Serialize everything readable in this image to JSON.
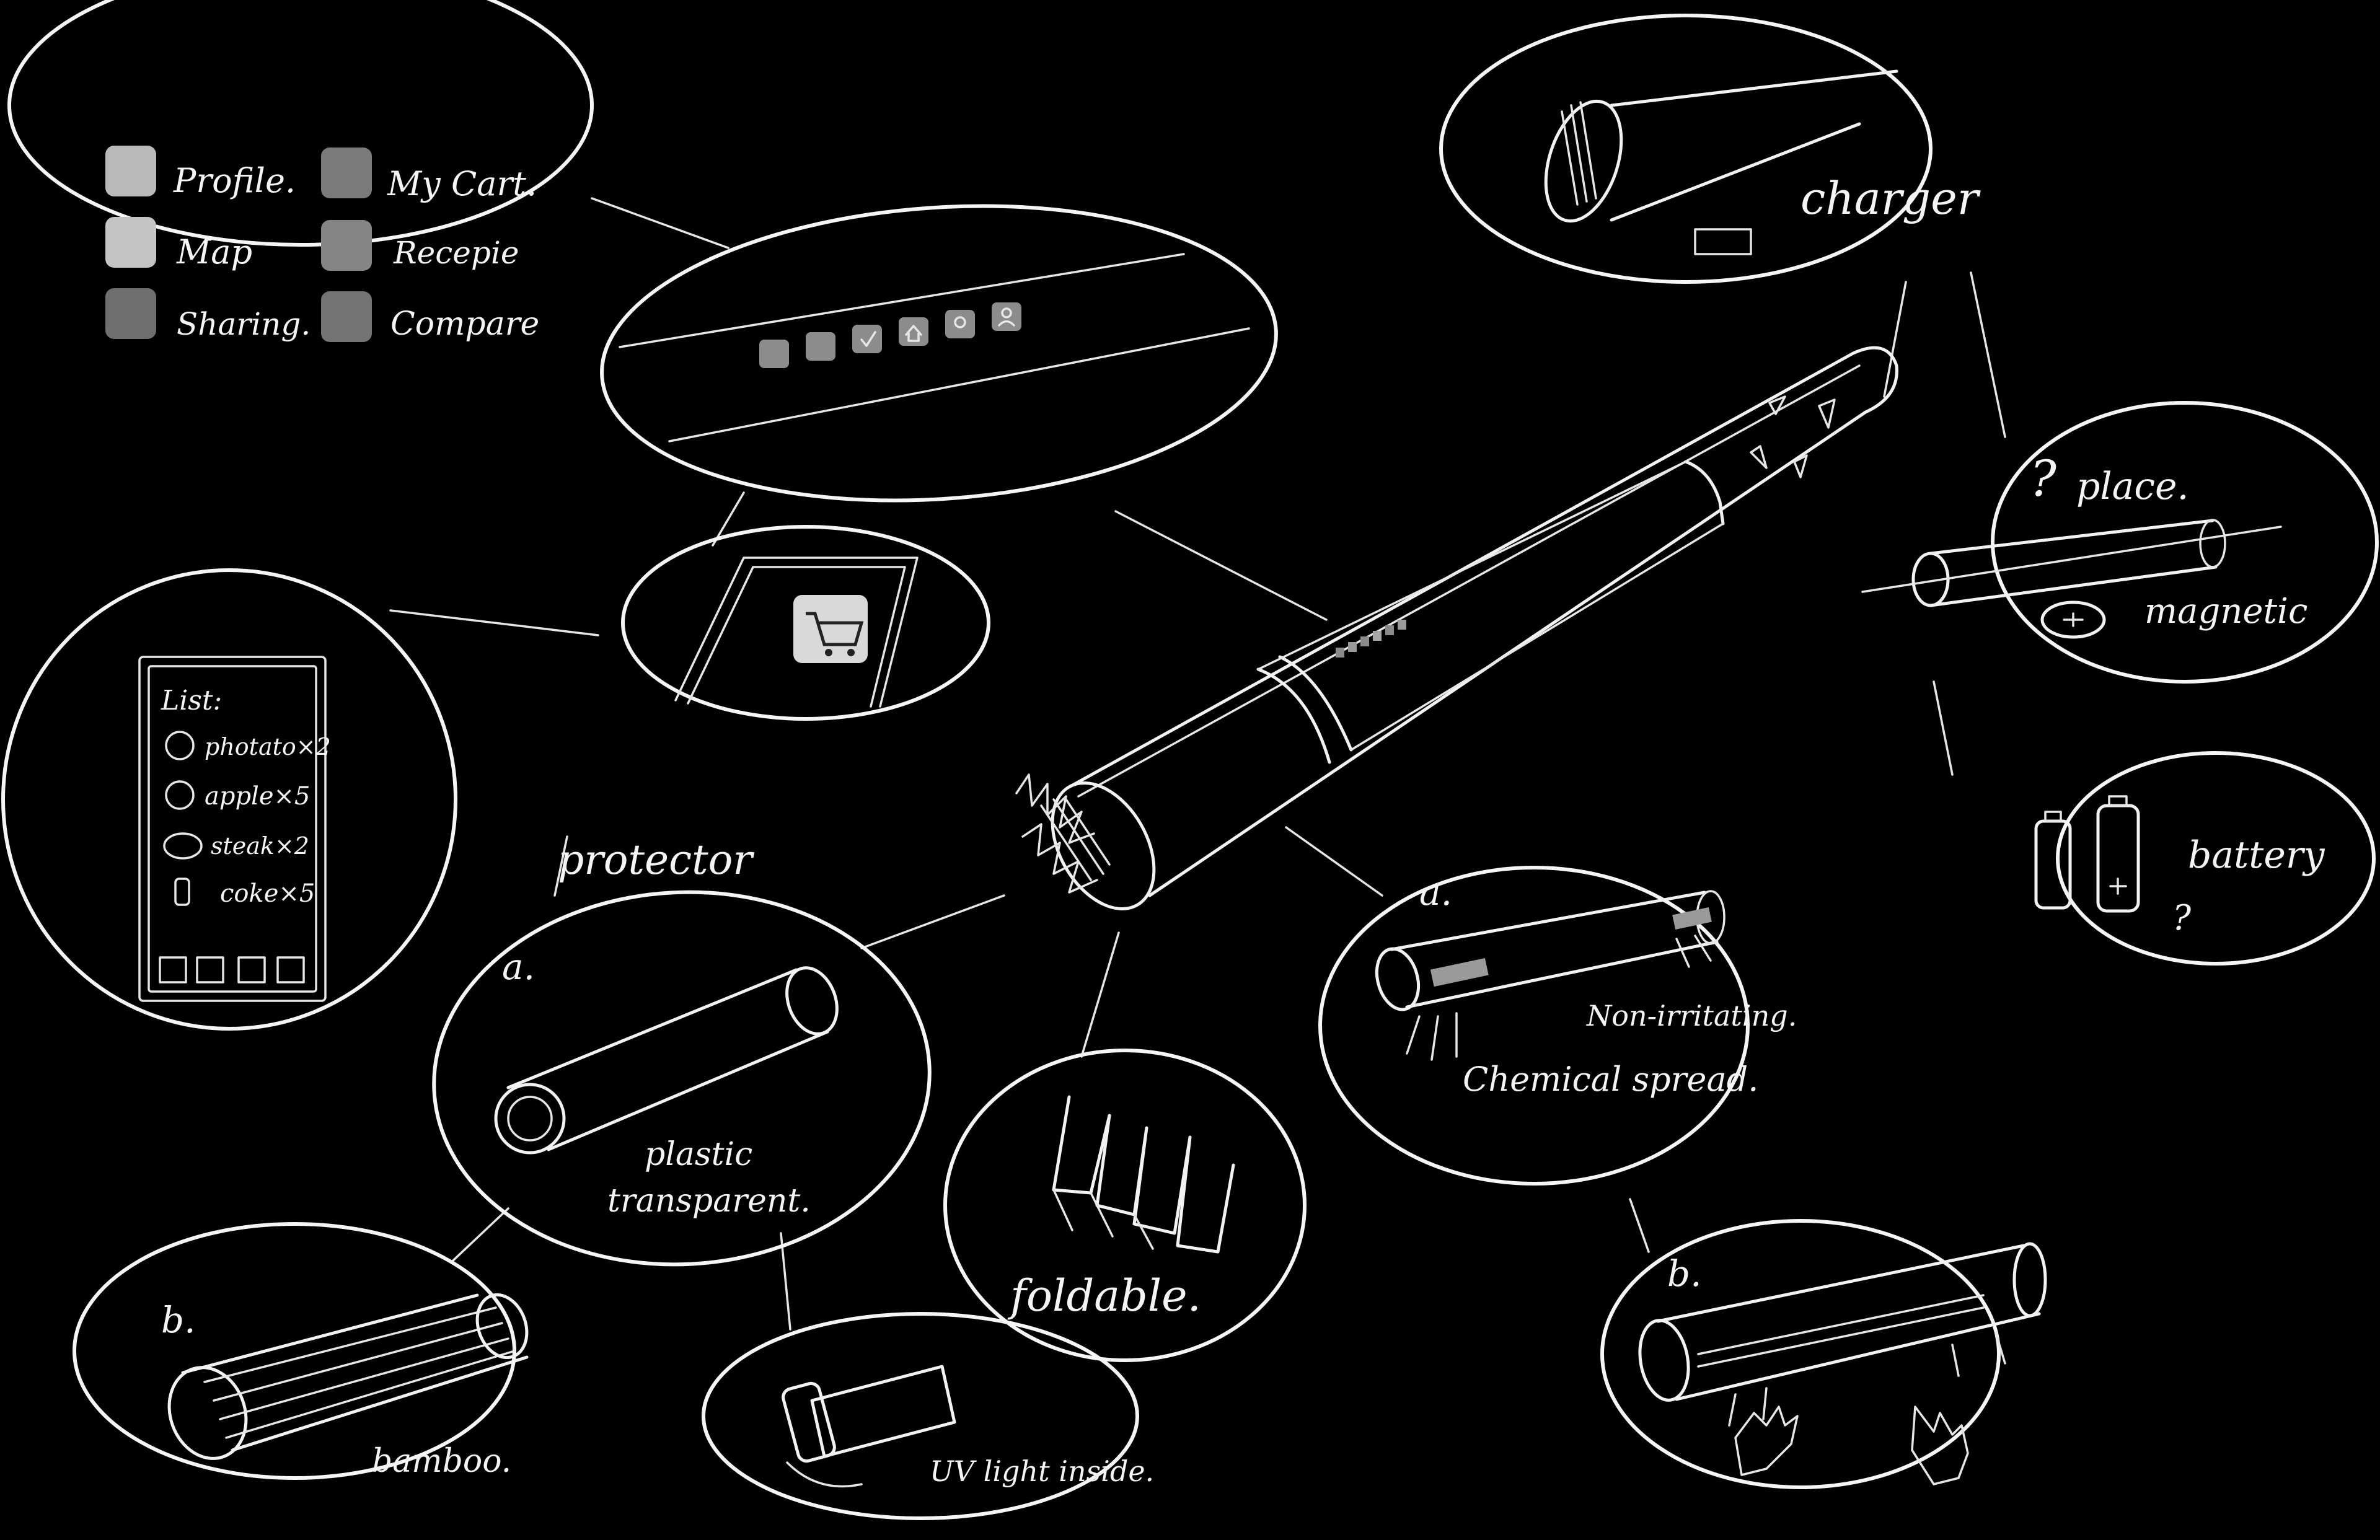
{
  "menu": {
    "items": [
      "Profile.",
      "My Cart.",
      "Map",
      "Recepie",
      "Sharing.",
      "Compare"
    ],
    "tile_colors": [
      "#b9b9b9",
      "#7a7a7a",
      "#c4c4c4",
      "#858585",
      "#6f6f6f",
      "#737373"
    ]
  },
  "shopping_list": {
    "title": "List:",
    "items": [
      "photato×2",
      "apple×5",
      "steak×2",
      "coke×5"
    ]
  },
  "charger": {
    "label": "charger"
  },
  "placement": {
    "place_label": "place.",
    "magnetic_label": "magnetic",
    "question_mark": "?"
  },
  "battery": {
    "label": "battery",
    "question_mark": "?"
  },
  "protector": {
    "title": "protector",
    "option_a": {
      "marker": "a.",
      "material": "plastic",
      "property": "transparent."
    },
    "option_b": {
      "marker": "b.",
      "material": "bamboo."
    }
  },
  "uv": {
    "label": "UV light inside."
  },
  "foldable": {
    "label": "foldable."
  },
  "spray": {
    "option_a": {
      "marker": "a.",
      "line1": "Non-irritating.",
      "line2": "Chemical spread."
    },
    "option_b": {
      "marker": "b."
    }
  },
  "colors": {
    "background": "#000000",
    "ink": "#f2f2f2",
    "button_gray": "#8a8a8a"
  }
}
